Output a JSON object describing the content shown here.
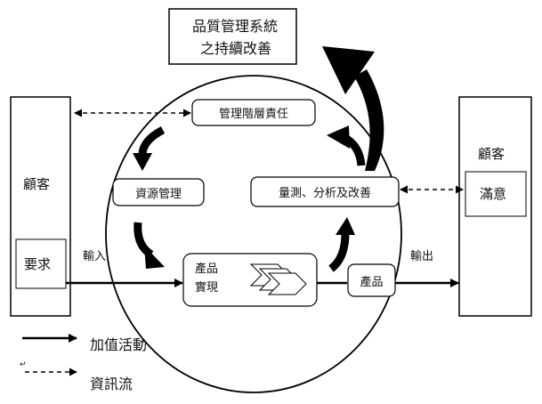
{
  "title": {
    "line1": "品質管理系統",
    "line2": "之持續改善"
  },
  "customer_left": {
    "label": "顧客",
    "sub": "要求"
  },
  "customer_right": {
    "label": "顧客",
    "sub": "滿意"
  },
  "processes": {
    "management": "管理階層責任",
    "resources": "資源管理",
    "measurement": "量測、分析及改善",
    "realization_line1": "產品",
    "realization_line2": "實現",
    "product": "產品"
  },
  "flow_labels": {
    "input": "輸入",
    "output": "輸出"
  },
  "legend": {
    "value_added": "加值活動",
    "info_flow": "資訊流",
    "info_flow_marker": "↵"
  }
}
